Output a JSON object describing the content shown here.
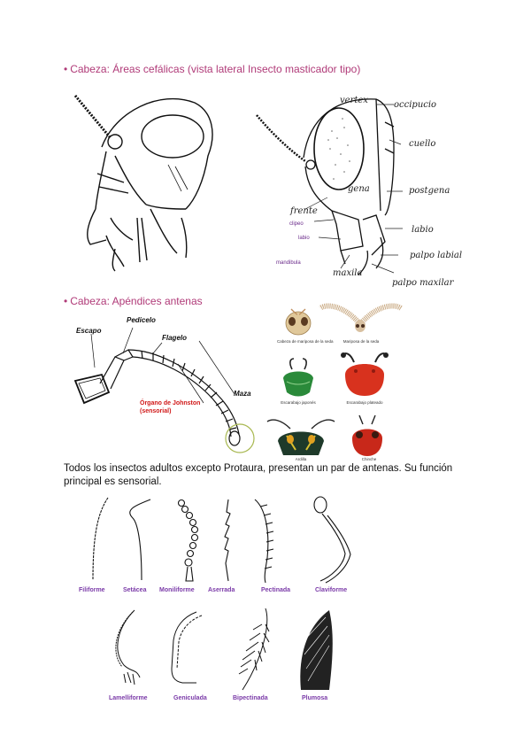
{
  "section1": {
    "bullet": "•",
    "heading": "Cabeza: Áreas cefálicas (vista lateral Insecto masticador tipo)",
    "labels": {
      "vertex": "vertex",
      "occipucio": "occipucio",
      "cuello": "cuello",
      "gena": "gena",
      "postgena": "postgena",
      "frente": "frente",
      "clipeo": "clipeo",
      "labio_small": "labio",
      "labio": "labio",
      "mandibula": "mandibula",
      "maxila": "maxila",
      "palpo_labial": "palpo labial",
      "palpo_maxilar": "palpo maxilar"
    }
  },
  "section2": {
    "bullet": "•",
    "heading": "Cabeza: Apéndices antenas",
    "labels": {
      "escapo": "Escapo",
      "pedicelo": "Pedicelo",
      "flagelo": "Flagelo",
      "maza": "Maza",
      "organo": "Órgano de Johnston",
      "sensorial": "(sensorial)"
    },
    "photo_captions": [
      "Cabeza de mariposa de la seda",
      "Mariposa de la seda",
      "Escarabajo japonés",
      "Escarabajo plateado",
      "Ardilla",
      "Chinche"
    ],
    "colors": {
      "green_beetle": "#2a8a3a",
      "red_beetle": "#d8321e",
      "tan_moth": "#e0c89a"
    }
  },
  "paragraph": "Todos los insectos adultos excepto Protaura, presentan un par de antenas. Su función principal es sensorial.",
  "antenna_types_row1": [
    "Filiforme",
    "Setácea",
    "Moniliforme",
    "Aserrada",
    "Pectinada",
    "Claviforme"
  ],
  "antenna_types_row2": [
    "Lamelliforme",
    "Geniculada",
    "Bipectinada",
    "Plumosa"
  ]
}
